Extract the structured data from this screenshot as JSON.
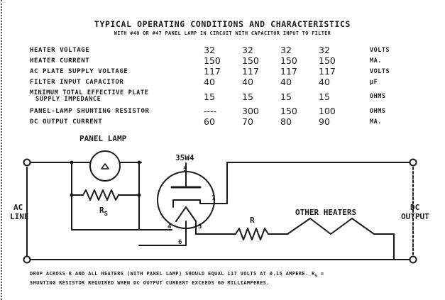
{
  "heading": {
    "title": "TYPICAL OPERATING CONDITIONS AND CHARACTERISTICS",
    "subtitle": "WITH #40 OR #47 PANEL LAMP IN CIRCUIT WITH CAPACITOR INPUT TO FILTER"
  },
  "specs": {
    "rows": [
      {
        "label": "HEATER VOLTAGE",
        "values": [
          "32",
          "32",
          "32",
          "32"
        ],
        "unit": "VOLTS"
      },
      {
        "label": "HEATER CURRENT",
        "values": [
          "150",
          "150",
          "150",
          "150"
        ],
        "unit": "MA."
      },
      {
        "label": "AC PLATE SUPPLY VOLTAGE",
        "values": [
          "117",
          "117",
          "117",
          "117"
        ],
        "unit": "VOLTS"
      },
      {
        "label": "FILTER INPUT CAPACITOR",
        "values": [
          "40",
          "40",
          "40",
          "40"
        ],
        "unit": "µF"
      },
      {
        "label": "MINIMUM TOTAL EFFECTIVE PLATE",
        "label2": "SUPPLY IMPEDANCE",
        "values": [
          "15",
          "15",
          "15",
          "15"
        ],
        "unit": "OHMS"
      },
      {
        "label": "PANEL-LAMP SHUNTING RESISTOR",
        "values": [
          "----",
          "300",
          "150",
          "100"
        ],
        "unit": "OHMS"
      },
      {
        "label": "DC OUTPUT CURRENT",
        "values": [
          "60",
          "70",
          "80",
          "90"
        ],
        "unit": "MA."
      }
    ]
  },
  "schematic": {
    "panel_lamp_label": "PANEL LAMP",
    "tube_label": "35W4",
    "ac_line_label": [
      "AC",
      "LINE"
    ],
    "dc_output_label": [
      "DC",
      "OUTPUT"
    ],
    "other_heaters_label": "OTHER HEATERS",
    "resistor_r_label": "R",
    "rs_label": "R",
    "rs_sub": "S",
    "pins": {
      "p5": "5",
      "p7": "7",
      "p4": "4",
      "p3": "3",
      "p6": "6"
    }
  },
  "note": {
    "line1": "DROP ACROSS R AND ALL HEATERS (WITH PANEL LAMP) SHOULD EQUAL 117 VOLTS AT 0.15 AMPERE. R",
    "line1_sub": "S",
    "line1_end": " =",
    "line2": "SHUNTING RESISTOR REQUIRED WHEN DC OUTPUT CURRENT EXCEEDS 60 MILLIAMPERES."
  }
}
